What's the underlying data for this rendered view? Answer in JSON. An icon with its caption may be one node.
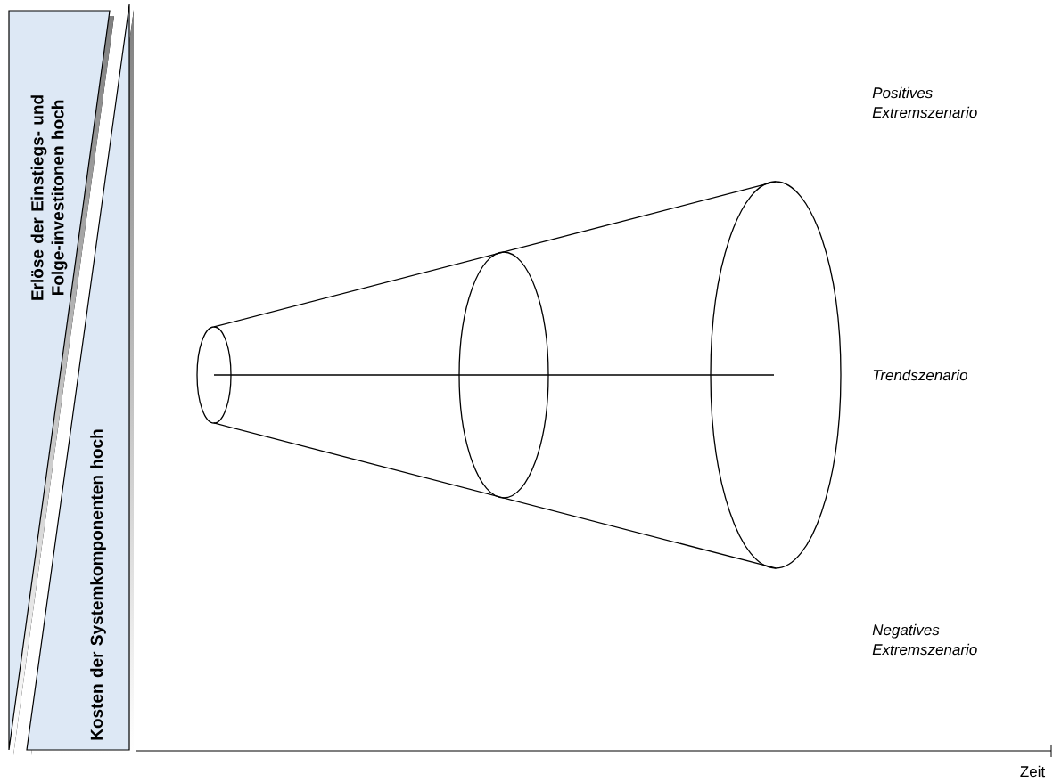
{
  "diagram": {
    "nodes": [
      {
        "text": [
          "Erlöse der Einstiegs- und Folge-investitonen hoch"
        ]
      },
      {
        "text": [
          "Kosten der Systemkomponenten hoch"
        ]
      }
    ],
    "edges": [],
    "labels": [
      "Positives Extremszenario",
      "Trendszenario",
      "Negatives Extremszenario",
      "Zeit"
    ]
  }
}
